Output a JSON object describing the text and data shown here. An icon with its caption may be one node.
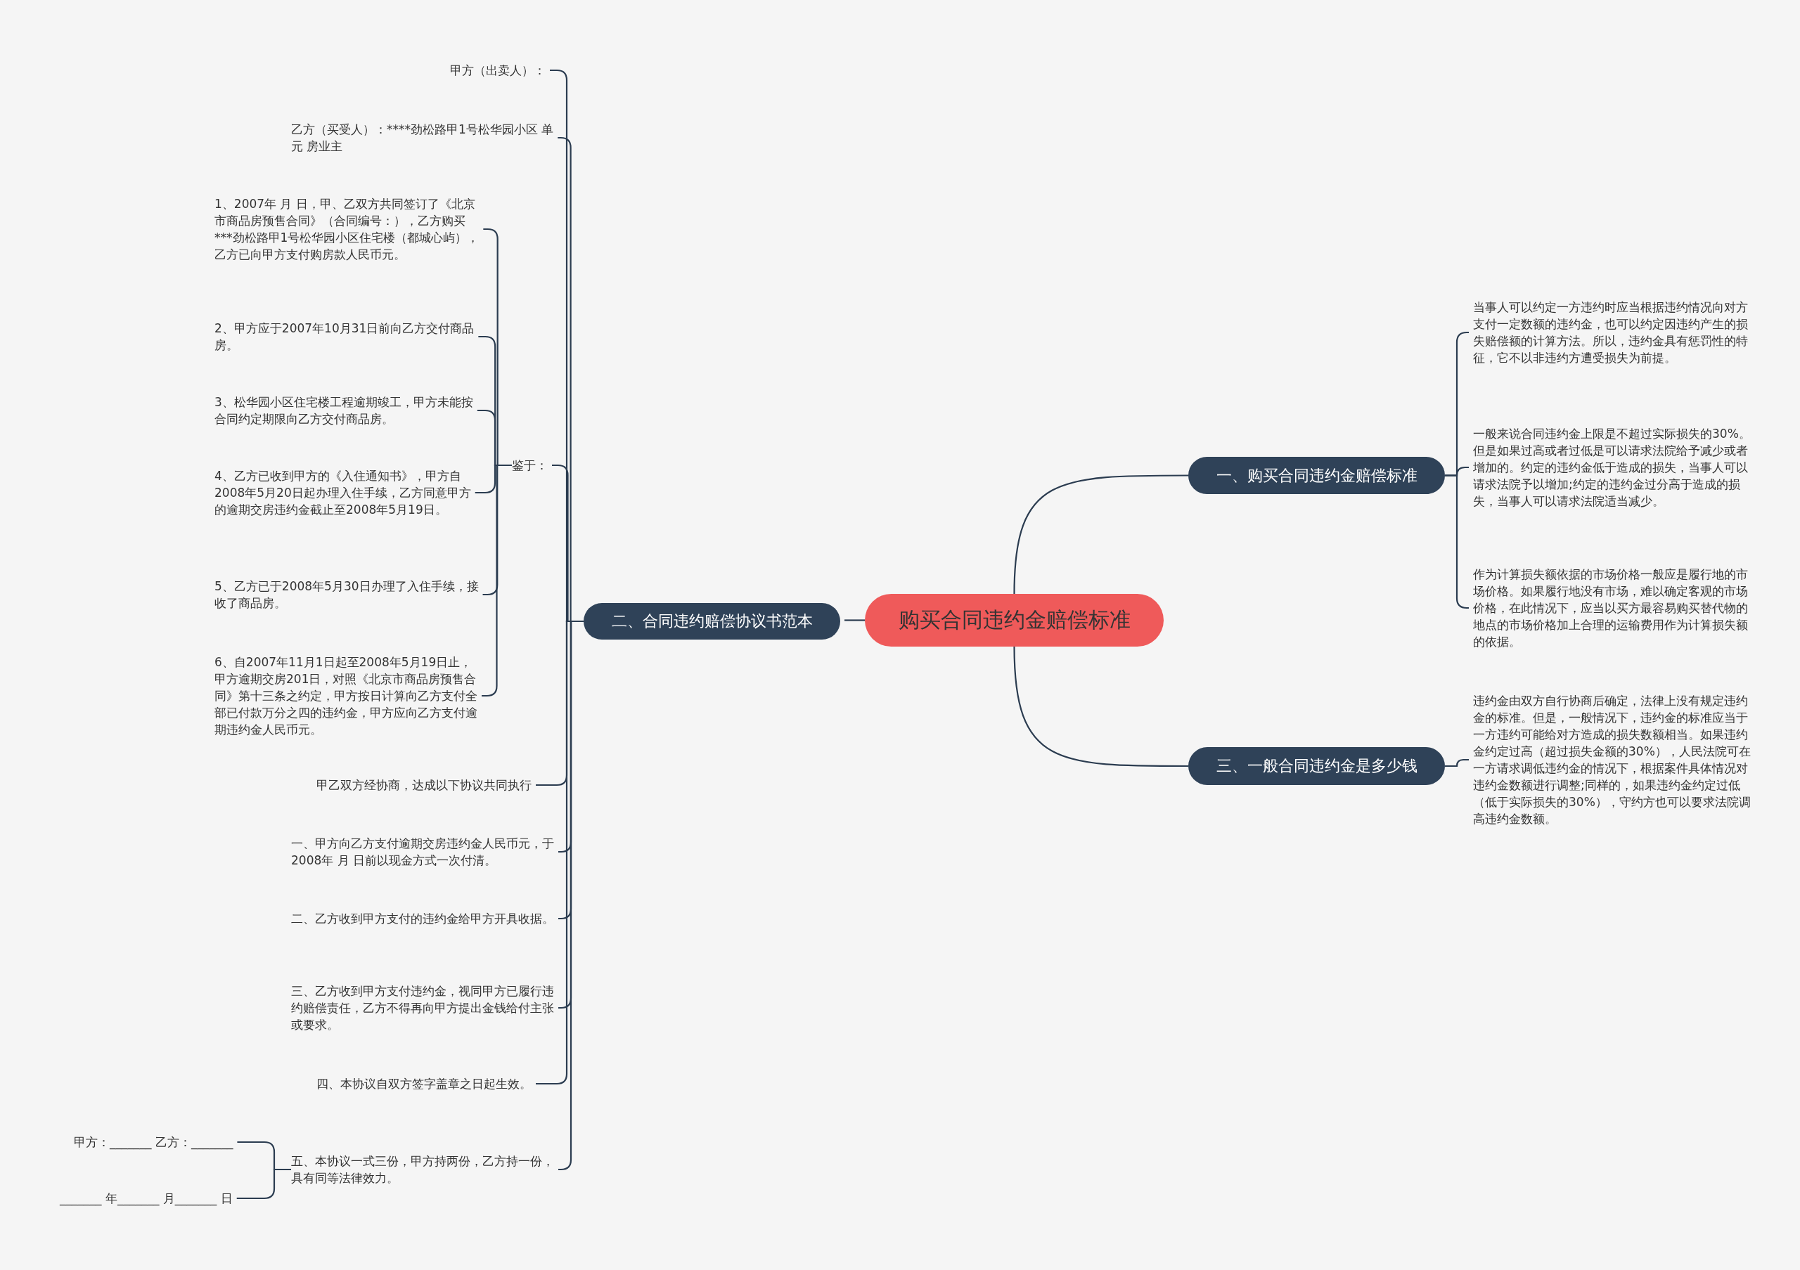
{
  "diagram": {
    "nodes": [
      {
        "text": [
          "购买合同违约金赔偿标准"
        ]
      },
      {
        "text": [
          "一、购买合同违约金赔偿标准"
        ]
      },
      {
        "text": [
          "当事人可以约定一方违约时应当根据违约情况向对方支付一定数额的违约金，也可以约定因违约产生的损失赔偿额的计算方法。所以，违约金具有惩罚性的特征，它不以非违约方遭受损失为前提。"
        ]
      },
      {
        "text": [
          "一般来说合同违约金上限是不超过实际损失的30%。但是如果过高或者过低是可以请求法院给予减少或者增加的。约定的违约金低于造成的损失，当事人可以请求法院予以增加;约定的违约金过分高于造成的损失，当事人可以请求法院适当减少。"
        ]
      },
      {
        "text": [
          "作为计算损失额依据的市场价格一般应是履行地的市场价格。如果履行地没有市场，难以确定客观的市场价格，在此情况下，应当以买方最容易购买替代物的地点的市场价格加上合理的运输费用作为计算损失额的依据。"
        ]
      },
      {
        "text": [
          "三、一般合同违约金是多少钱"
        ]
      },
      {
        "text": [
          "违约金由双方自行协商后确定，法律上没有规定违约金的标准。但是，一般情况下，违约金的标准应当于一方违约可能给对方造成的损失数额相当。如果违约金约定过高（超过损失金额的30%），人民法院可在一方请求调低违约金的情况下，根据案件具体情况对违约金数额进行调整;同样的，如果违约金约定过低（低于实际损失的30%），守约方也可以要求法院调高违约金数额。"
        ]
      },
      {
        "text": [
          "二、合同违约赔偿协议书范本"
        ]
      },
      {
        "text": [
          "甲方（出卖人）："
        ]
      },
      {
        "text": [
          "乙方（买受人）：****劲松路甲1号松华园小区 单元 房业主"
        ]
      },
      {
        "text": [
          "鉴于："
        ]
      },
      {
        "text": [
          "1、2007年 月 日，甲、乙双方共同签订了《北京市商品房预售合同》（合同编号：），乙方购买***劲松路甲1号松华园小区住宅楼（都城心屿），乙方已向甲方支付购房款人民币元。"
        ]
      },
      {
        "text": [
          "2、甲方应于2007年10月31日前向乙方交付商品房。"
        ]
      },
      {
        "text": [
          "3、松华园小区住宅楼工程逾期竣工，甲方未能按合同约定期限向乙方交付商品房。"
        ]
      },
      {
        "text": [
          "4、乙方已收到甲方的《入住通知书》，甲方自2008年5月20日起办理入住手续，乙方同意甲方的逾期交房违约金截止至2008年5月19日。"
        ]
      },
      {
        "text": [
          "5、乙方已于2008年5月30日办理了入住手续，接收了商品房。"
        ]
      },
      {
        "text": [
          "6、自2007年11月1日起至2008年5月19日止，甲方逾期交房201日，对照《北京市商品房预售合同》第十三条之约定，甲方按日计算向乙方支付全部已付款万分之四的违约金，甲方应向乙方支付逾期违约金人民币元。"
        ]
      },
      {
        "text": [
          "甲乙双方经协商，达成以下协议共同执行"
        ]
      },
      {
        "text": [
          "一、甲方向乙方支付逾期交房违约金人民币元，于2008年 月 日前以现金方式一次付清。"
        ]
      },
      {
        "text": [
          "二、乙方收到甲方支付的违约金给甲方开具收据。"
        ]
      },
      {
        "text": [
          "三、乙方收到甲方支付违约金，视同甲方已履行违约赔偿责任，乙方不得再向甲方提出金钱给付主张或要求。"
        ]
      },
      {
        "text": [
          "四、本协议自双方签字盖章之日起生效。"
        ]
      },
      {
        "text": [
          "五、本协议一式三份，甲方持两份，乙方持一份，具有同等法律效力。"
        ]
      },
      {
        "text": [
          "甲方：_______ 乙方：_______"
        ]
      },
      {
        "text": [
          "_______ 年_______ 月_______ 日"
        ]
      }
    ],
    "edges": [
      {
        "from": 0,
        "to": 1,
        "arrow": "none"
      },
      {
        "from": 1,
        "to": 2,
        "arrow": "none"
      },
      {
        "from": 1,
        "to": 3,
        "arrow": "none"
      },
      {
        "from": 1,
        "to": 4,
        "arrow": "none"
      },
      {
        "from": 0,
        "to": 5,
        "arrow": "none"
      },
      {
        "from": 5,
        "to": 6,
        "arrow": "none"
      },
      {
        "from": 0,
        "to": 7,
        "arrow": "none"
      },
      {
        "from": 7,
        "to": 8,
        "arrow": "none"
      },
      {
        "from": 7,
        "to": 9,
        "arrow": "none"
      },
      {
        "from": 7,
        "to": 10,
        "arrow": "none"
      },
      {
        "from": 10,
        "to": 11,
        "arrow": "none"
      },
      {
        "from": 10,
        "to": 12,
        "arrow": "none"
      },
      {
        "from": 10,
        "to": 13,
        "arrow": "none"
      },
      {
        "from": 10,
        "to": 14,
        "arrow": "none"
      },
      {
        "from": 10,
        "to": 15,
        "arrow": "none"
      },
      {
        "from": 10,
        "to": 16,
        "arrow": "none"
      },
      {
        "from": 7,
        "to": 17,
        "arrow": "none"
      },
      {
        "from": 7,
        "to": 18,
        "arrow": "none"
      },
      {
        "from": 7,
        "to": 19,
        "arrow": "none"
      },
      {
        "from": 7,
        "to": 20,
        "arrow": "none"
      },
      {
        "from": 7,
        "to": 21,
        "arrow": "none"
      },
      {
        "from": 7,
        "to": 22,
        "arrow": "none"
      },
      {
        "from": 22,
        "to": 23,
        "arrow": "none"
      },
      {
        "from": 22,
        "to": 24,
        "arrow": "none"
      }
    ]
  }
}
